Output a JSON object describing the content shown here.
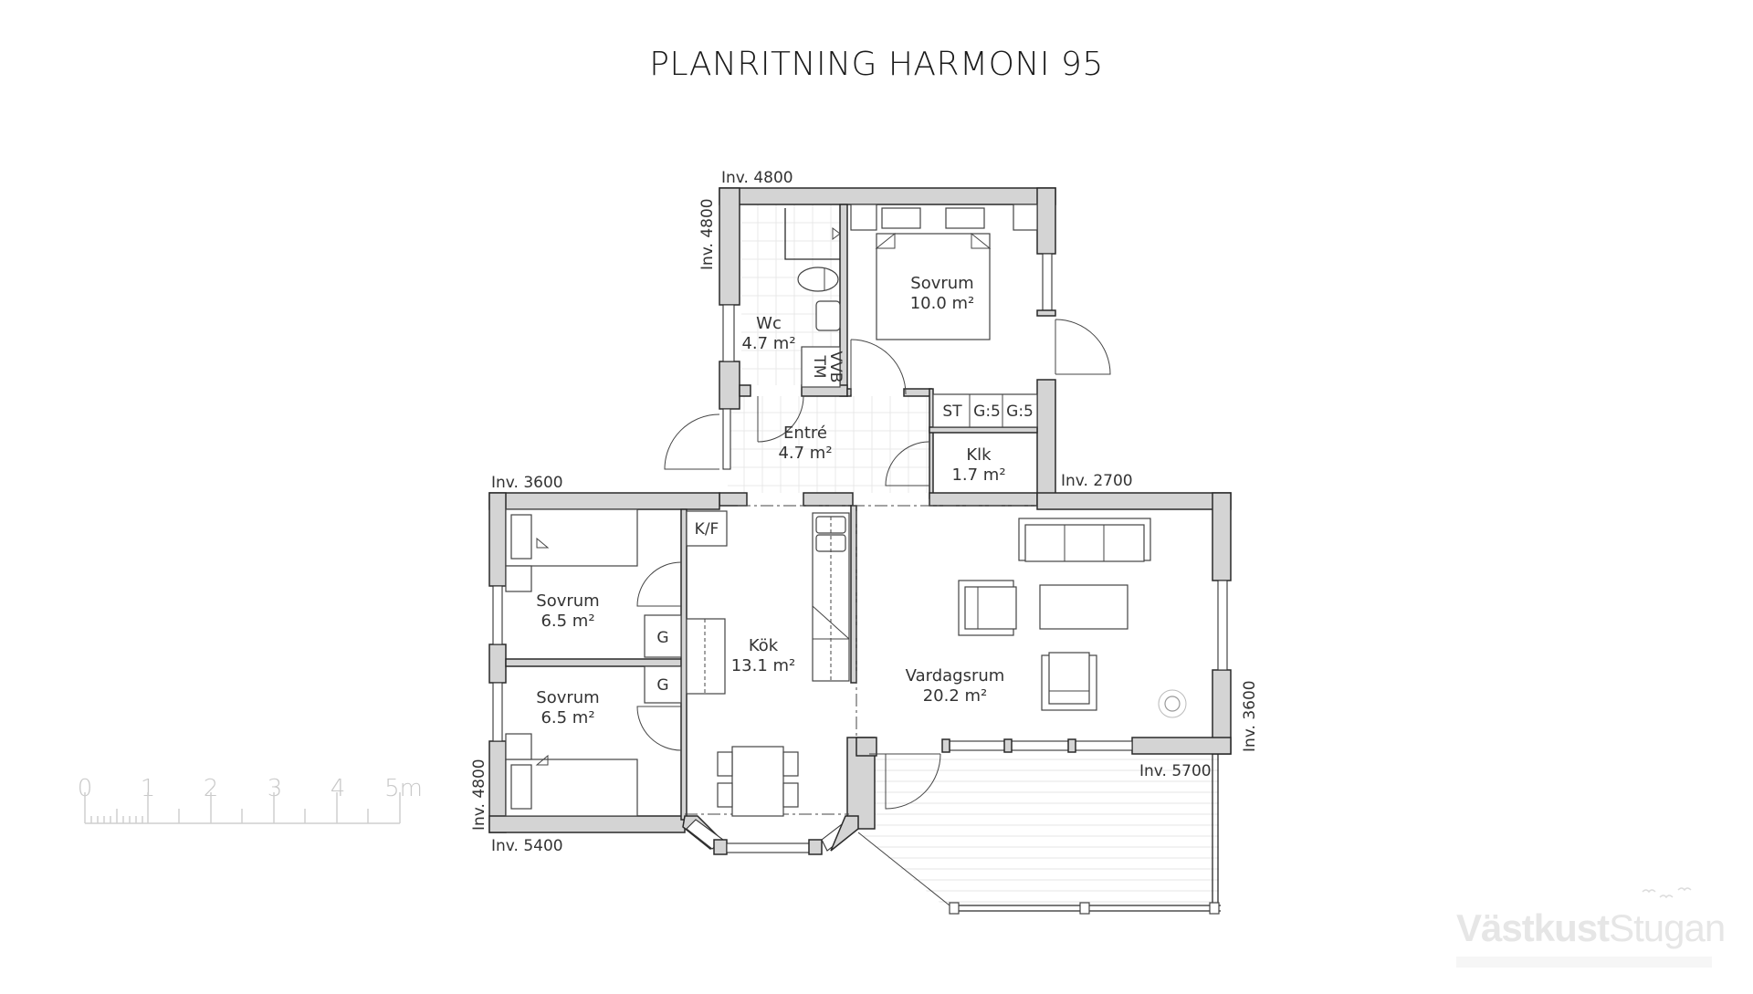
{
  "title": "PLANRITNING HARMONI 95",
  "rooms": [
    {
      "name": "Wc",
      "area": "4.7 m²"
    },
    {
      "name": "Sovrum",
      "area": "10.0 m²"
    },
    {
      "name": "Entré",
      "area": "4.7 m²"
    },
    {
      "name": "Klk",
      "area": "1.7 m²"
    },
    {
      "name": "Sovrum",
      "area": "6.5 m²"
    },
    {
      "name": "Sovrum",
      "area": "6.5 m²"
    },
    {
      "name": "Kök",
      "area": "13.1 m²"
    },
    {
      "name": "Vardagsrum",
      "area": "20.2 m²"
    }
  ],
  "fixtures": {
    "vvb": "VVB",
    "tm": "TM",
    "st": "ST",
    "g5a": "G:5",
    "g5b": "G:5",
    "kf": "K/F",
    "g1": "G",
    "g2": "G"
  },
  "dimensions": {
    "top_wc_width": "Inv. 4800",
    "left_wc_height": "Inv. 4800",
    "west_top": "Inv. 3600",
    "east_top": "Inv. 2700",
    "east_right": "Inv. 3600",
    "terrace_bottom": "Inv. 5700",
    "west_left": "Inv. 4800",
    "west_bottom": "Inv. 5400"
  },
  "scale_bar": {
    "labels": [
      "0",
      "1",
      "2",
      "3",
      "4",
      "5m"
    ]
  },
  "logo": {
    "bold": "Västkust",
    "regular": "Stugan"
  }
}
